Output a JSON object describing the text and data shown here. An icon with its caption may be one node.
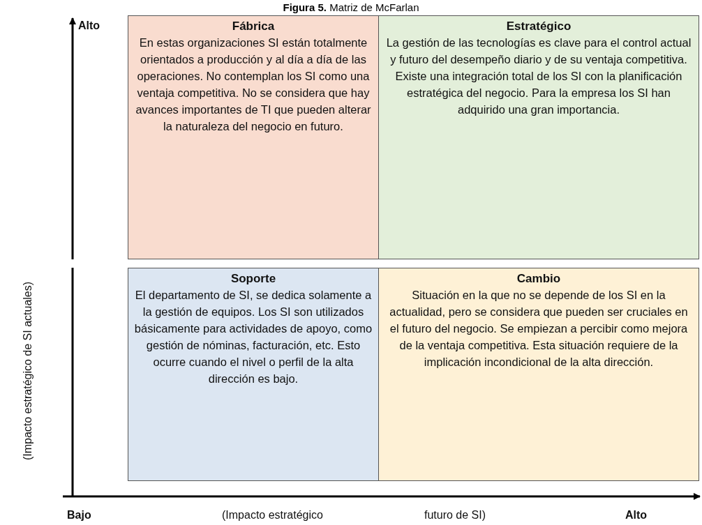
{
  "diagram": {
    "title": "**Figura 5.** Matriz de McFarlan",
    "nodes": [
      {
        "text": [
          "Fábrica",
          "En estas organizaciones SI están totalmente orientados a producción y al día a día de las operaciones. No contemplan los SI como una ventaja competitiva. No se considera que hay avances importantes de TI que pueden alterar la naturaleza del negocio en futuro."
        ]
      },
      {
        "text": [
          "Estratégico",
          "La gestión de las tecnologías es clave para el control actual y futuro del desempeño diario y de su ventaja competitiva. Existe una integración total de los SI con la planificación estratégica del negocio. Para la empresa los SI han adquirido una gran importancia."
        ]
      },
      {
        "text": [
          "Soporte",
          "El departamento de SI, se dedica solamente a la gestión de equipos. Los SI son utilizados básicamente para actividades de apoyo, como gestión de nóminas, facturación, etc. Esto ocurre cuando el nivel o perfil de la alta dirección es bajo."
        ]
      },
      {
        "text": [
          "Cambio",
          "Situación en la que no se depende de los SI en la actualidad, pero se considera que pueden ser cruciales en el futuro del negocio. Se empiezan a percibir como mejora de la ventaja competitiva. Esta situación requiere de la implicación incondicional de la alta dirección."
        ]
      }
    ],
    "labels": [
      "Alto",
      "(Impacto estratégico de SI actuales)",
      "Bajo",
      "(Impacto estratégico",
      "futuro de SI)",
      "Alto"
    ]
  }
}
